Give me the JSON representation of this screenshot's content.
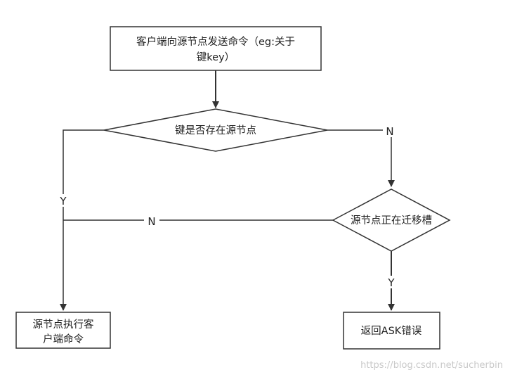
{
  "nodes": {
    "start": {
      "line1": "客户端向源节点发送命令（eg:关于",
      "line2": "键key）"
    },
    "decision_key": {
      "text": "键是否存在源节点"
    },
    "decision_migrate": {
      "text": "源节点正在迁移槽"
    },
    "execute": {
      "line1": "源节点执行客",
      "line2": "户端命令"
    },
    "ask_error": {
      "text": "返回ASK错误"
    }
  },
  "edge_labels": {
    "key_no": "N",
    "key_yes": "Y",
    "migrate_no": "N",
    "migrate_yes": "Y"
  },
  "watermark": "https://blog.csdn.net/sucherbin",
  "colors": {
    "stroke": "#333333",
    "text": "#222222",
    "watermark": "#c9c9c9"
  }
}
